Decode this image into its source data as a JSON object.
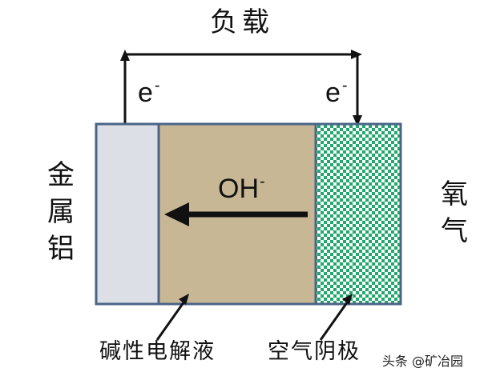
{
  "load_label": "负载",
  "electron_left": {
    "base": "e",
    "sup": "-"
  },
  "electron_right": {
    "base": "e",
    "sup": "-"
  },
  "ion_label": {
    "base": "OH",
    "sup": "-"
  },
  "metal_label": "金属铝",
  "oxygen_label": "氧气",
  "electrolyte_label": "碱性电解液",
  "cathode_label": "空气阴极",
  "watermark": "头条 @矿冶园",
  "colors": {
    "anode_fill": "#dcdfe5",
    "electrolyte_fill": "#c7b795",
    "cathode_green": "#1fa86a",
    "cell_border": "#4a6488",
    "line": "#111111"
  }
}
